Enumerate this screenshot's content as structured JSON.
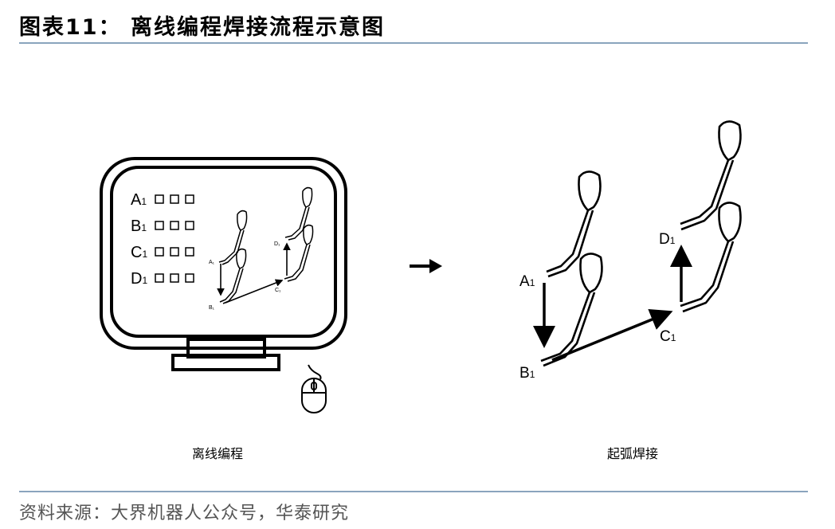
{
  "title": "图表11：  离线编程焊接流程示意图",
  "captions": {
    "left": "离线编程",
    "right": "起弧焊接"
  },
  "source": "资料来源：大界机器人公众号，华泰研究",
  "screen_rows": [
    {
      "letter": "A",
      "sub": "1"
    },
    {
      "letter": "B",
      "sub": "1"
    },
    {
      "letter": "C",
      "sub": "1"
    },
    {
      "letter": "D",
      "sub": "1"
    }
  ],
  "mini_labels": {
    "a": "A₁",
    "b": "B₁",
    "c": "C₁",
    "d": "D₁"
  },
  "points": {
    "a": {
      "letter": "A",
      "sub": "1"
    },
    "b": {
      "letter": "B",
      "sub": "1"
    },
    "c": {
      "letter": "C",
      "sub": "1"
    },
    "d": {
      "letter": "D",
      "sub": "1"
    }
  },
  "icons": [
    "monitor-icon",
    "mouse-icon",
    "welding-torch-icon",
    "right-arrow-icon"
  ]
}
